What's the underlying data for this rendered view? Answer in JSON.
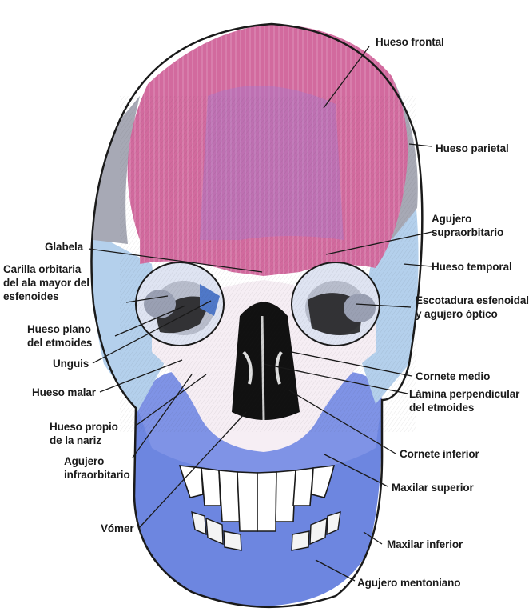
{
  "colors": {
    "frontal": "#d26a9e",
    "frontal_hatch": "#9a7ad6",
    "parietal": "#a7a9b5",
    "temporal": "#b4d0ec",
    "face": "#f6eef4",
    "maxilla": "#7f93e6",
    "mandible": "#6d86e0",
    "line": "#1a1a1a"
  },
  "labels": {
    "hueso_frontal": "Hueso frontal",
    "hueso_parietal": "Hueso parietal",
    "agujero_supraorbitario_1": "Agujero",
    "agujero_supraorbitario_2": "supraorbitario",
    "glabela": "Glabela",
    "hueso_temporal": "Hueso temporal",
    "carilla_1": "Carilla orbitaria",
    "carilla_2": "del ala mayor del",
    "carilla_3": "esfenoides",
    "escotadura_1": "Escotadura esfenoidal",
    "escotadura_2": "y agujero óptico",
    "hueso_plano_1": "Hueso plano",
    "hueso_plano_2": "del etmoides",
    "unguis": "Unguis",
    "cornete_medio": "Cornete medio",
    "hueso_malar": "Hueso malar",
    "lamina_1": "Lámina perpendicular",
    "lamina_2": "del etmoides",
    "hueso_propio_1": "Hueso propio",
    "hueso_propio_2": "de la nariz",
    "cornete_inferior": "Cornete inferior",
    "agujero_infra_1": "Agujero",
    "agujero_infra_2": "infraorbitario",
    "maxilar_superior": "Maxilar superior",
    "vomer": "Vómer",
    "maxilar_inferior": "Maxilar inferior",
    "agujero_mentoniano": "Agujero mentoniano"
  }
}
